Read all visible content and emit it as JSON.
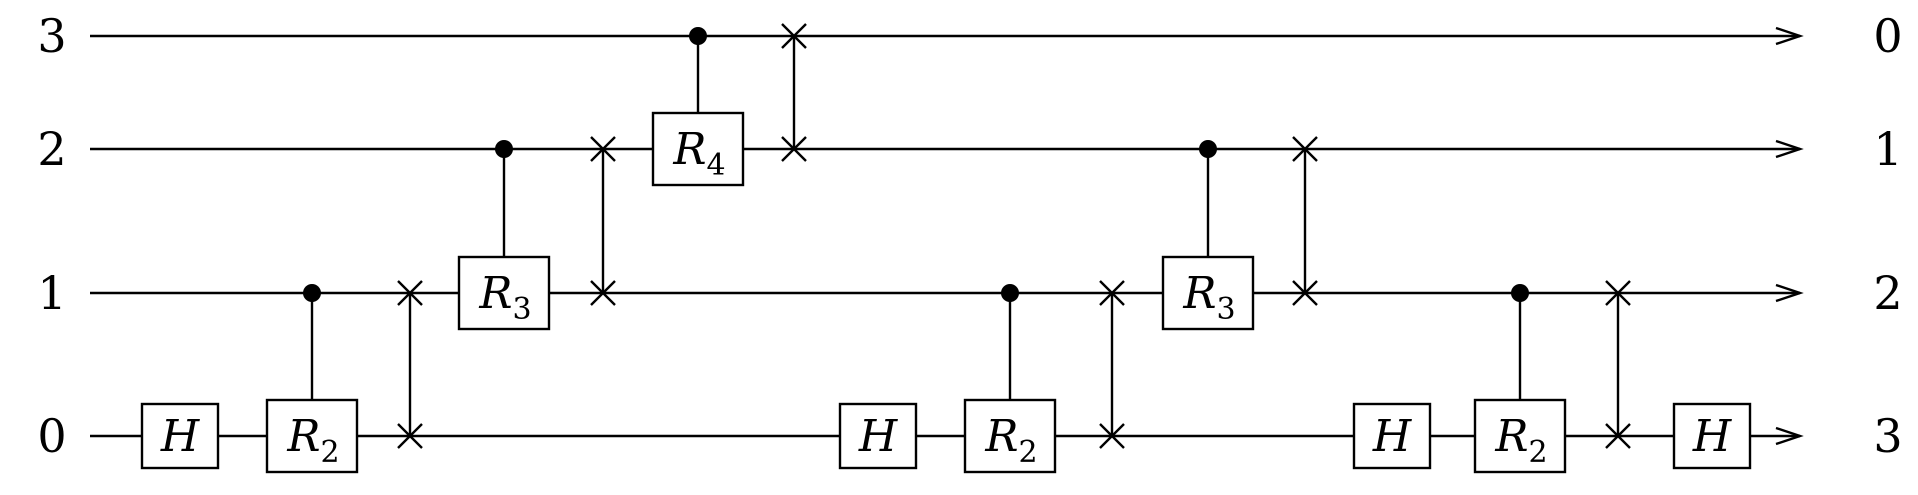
{
  "input_labels": [
    "3",
    "2",
    "1",
    "0"
  ],
  "output_labels": [
    "0",
    "1",
    "2",
    "3"
  ],
  "gates": [
    {
      "type": "H",
      "label": "H",
      "wire": 3
    },
    {
      "type": "R",
      "label": "R",
      "sub": "2",
      "target": 3,
      "control": 2
    },
    {
      "type": "SWAP",
      "wires": [
        2,
        3
      ]
    },
    {
      "type": "R",
      "label": "R",
      "sub": "3",
      "target": 2,
      "control": 1
    },
    {
      "type": "SWAP",
      "wires": [
        1,
        2
      ]
    },
    {
      "type": "R",
      "label": "R",
      "sub": "4",
      "target": 1,
      "control": 0
    },
    {
      "type": "SWAP",
      "wires": [
        0,
        1
      ]
    },
    {
      "type": "H",
      "label": "H",
      "wire": 3
    },
    {
      "type": "R",
      "label": "R",
      "sub": "2",
      "target": 3,
      "control": 2
    },
    {
      "type": "SWAP",
      "wires": [
        2,
        3
      ]
    },
    {
      "type": "R",
      "label": "R",
      "sub": "3",
      "target": 2,
      "control": 1
    },
    {
      "type": "SWAP",
      "wires": [
        1,
        2
      ]
    },
    {
      "type": "H",
      "label": "H",
      "wire": 3
    },
    {
      "type": "R",
      "label": "R",
      "sub": "2",
      "target": 3,
      "control": 2
    },
    {
      "type": "SWAP",
      "wires": [
        2,
        3
      ]
    },
    {
      "type": "H",
      "label": "H",
      "wire": 3
    }
  ]
}
